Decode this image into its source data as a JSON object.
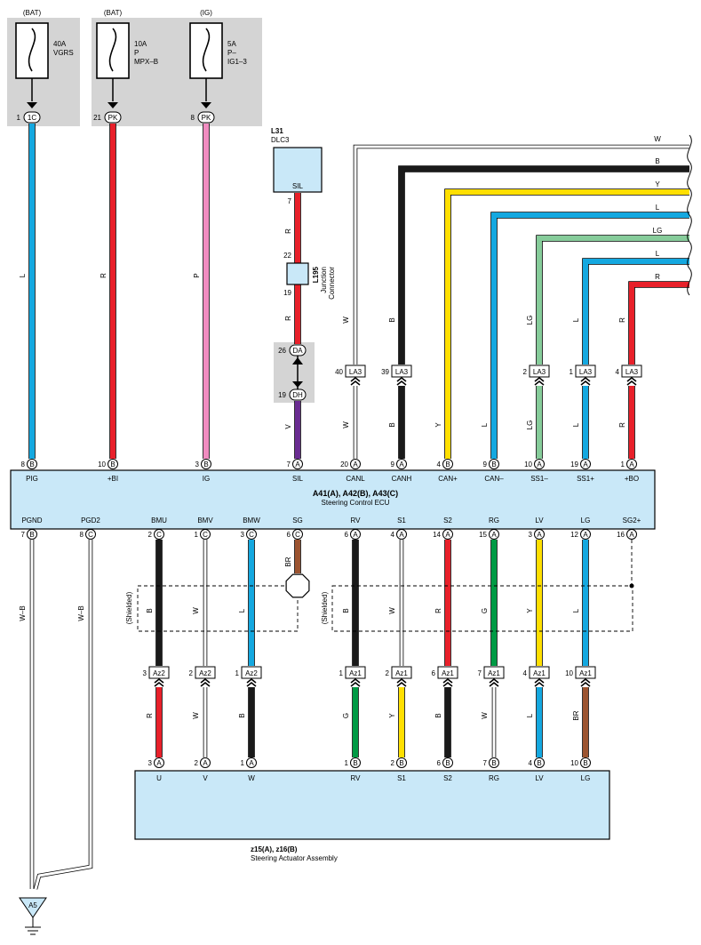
{
  "colors": {
    "L": "#14a8e0",
    "R": "#e8202a",
    "P": "#f08cc0",
    "V": "#6a2c91",
    "B": "#1a1a1a",
    "Y": "#ffdf00",
    "LG": "#86cc9a",
    "G": "#009a44",
    "BR": "#9c5430",
    "W": "#ffffff",
    "ecu": "#c9e8f8",
    "shade": "#d4d4d4"
  },
  "fuses": [
    {
      "supply": "(BAT)",
      "rating": "40A",
      "name": "VGRS",
      "name2": "",
      "pin": "1",
      "conn": "1C"
    },
    {
      "supply": "(BAT)",
      "rating": "10A",
      "name": "P",
      "name2": "MPX–B",
      "pin": "21",
      "conn": "PK"
    },
    {
      "supply": "(IG)",
      "rating": "5A",
      "name": "P–",
      "name2": "IG1–3",
      "pin": "8",
      "conn": "PK"
    }
  ],
  "fuse_wires": [
    {
      "code": "L",
      "color": "#14a8e0"
    },
    {
      "code": "R",
      "color": "#e8202a"
    },
    {
      "code": "P",
      "color": "#f08cc0"
    }
  ],
  "dlc": {
    "id": "L31",
    "name": "DLC3",
    "terminal": "SIL",
    "pin_top": "7",
    "wire_upper": "R",
    "junction_pin_top": "22",
    "junction_id": "L195",
    "junction_name1": "Junction",
    "junction_name2": "Connector",
    "junction_pin_bottom": "19",
    "wire_middle": "R",
    "da_pin": "26",
    "da_conn": "DA",
    "dh_pin": "19",
    "dh_conn": "DH",
    "wire_lower": "V"
  },
  "ecu": {
    "id": "A41(A), A42(B), A43(C)",
    "name": "Steering Control ECU",
    "top_pins": [
      {
        "pin": "8",
        "conn": "B",
        "label": "PIG"
      },
      {
        "pin": "10",
        "conn": "B",
        "label": "+BI"
      },
      {
        "pin": "3",
        "conn": "B",
        "label": "IG"
      },
      {
        "pin": "7",
        "conn": "A",
        "label": "SIL"
      },
      {
        "pin": "20",
        "conn": "A",
        "label": "CANL"
      },
      {
        "pin": "9",
        "conn": "A",
        "label": "CANH"
      },
      {
        "pin": "4",
        "conn": "B",
        "label": "CAN+"
      },
      {
        "pin": "9",
        "conn": "B",
        "label": "CAN–"
      },
      {
        "pin": "10",
        "conn": "A",
        "label": "SS1–"
      },
      {
        "pin": "19",
        "conn": "A",
        "label": "SS1+"
      },
      {
        "pin": "1",
        "conn": "A",
        "label": "+BO"
      }
    ],
    "bottom_pins": [
      {
        "pin": "7",
        "conn": "B",
        "label": "PGND"
      },
      {
        "pin": "8",
        "conn": "C",
        "label": "PGD2"
      },
      {
        "pin": "2",
        "conn": "C",
        "label": "BMU"
      },
      {
        "pin": "1",
        "conn": "C",
        "label": "BMV"
      },
      {
        "pin": "3",
        "conn": "C",
        "label": "BMW"
      },
      {
        "pin": "6",
        "conn": "C",
        "label": "SG"
      },
      {
        "pin": "6",
        "conn": "A",
        "label": "RV"
      },
      {
        "pin": "4",
        "conn": "A",
        "label": "S1"
      },
      {
        "pin": "14",
        "conn": "A",
        "label": "S2"
      },
      {
        "pin": "15",
        "conn": "A",
        "label": "RG"
      },
      {
        "pin": "3",
        "conn": "A",
        "label": "LV"
      },
      {
        "pin": "12",
        "conn": "A",
        "label": "LG"
      },
      {
        "pin": "16",
        "conn": "A",
        "label": "SG2+"
      }
    ]
  },
  "can_lines": [
    {
      "code": "W",
      "color": "#ffffff",
      "upper_code": "W",
      "lower_code": "W",
      "pin": "40",
      "conn": "LA3"
    },
    {
      "code": "B",
      "color": "#1a1a1a",
      "upper_code": "B",
      "lower_code": "B",
      "pin": "39",
      "conn": "LA3"
    },
    {
      "code": "Y",
      "color": "#ffdf00",
      "upper_code": "",
      "lower_code": "Y",
      "pin": "",
      "conn": ""
    },
    {
      "code": "L",
      "color": "#14a8e0",
      "upper_code": "",
      "lower_code": "L",
      "pin": "",
      "conn": ""
    },
    {
      "code": "LG",
      "color": "#86cc9a",
      "upper_code": "LG",
      "lower_code": "LG",
      "pin": "2",
      "conn": "LA3"
    },
    {
      "code": "L",
      "color": "#14a8e0",
      "upper_code": "L",
      "lower_code": "L",
      "pin": "1",
      "conn": "LA3"
    },
    {
      "code": "R",
      "color": "#e8202a",
      "upper_code": "R",
      "lower_code": "R",
      "pin": "4",
      "conn": "LA3"
    }
  ],
  "ground_wires": [
    {
      "code": "W–B"
    },
    {
      "code": "W–B"
    }
  ],
  "ground": {
    "id": "A5"
  },
  "shielded_label": "(Shielded)",
  "motor_wires": [
    {
      "ecu_code": "B",
      "ecu_color": "#1a1a1a",
      "pin": "3",
      "conn": "Az2",
      "act_code": "R",
      "act_color": "#e8202a"
    },
    {
      "ecu_code": "W",
      "ecu_color": "#ffffff",
      "pin": "2",
      "conn": "Az2",
      "act_code": "W",
      "act_color": "#ffffff"
    },
    {
      "ecu_code": "L",
      "ecu_color": "#14a8e0",
      "pin": "1",
      "conn": "Az2",
      "act_code": "B",
      "act_color": "#1a1a1a"
    }
  ],
  "sg_wire": {
    "code": "BR",
    "color": "#9c5430"
  },
  "sensor_wires": [
    {
      "ecu_code": "B",
      "ecu_color": "#1a1a1a",
      "pin": "1",
      "conn": "Az1",
      "act_code": "G",
      "act_color": "#009a44"
    },
    {
      "ecu_code": "W",
      "ecu_color": "#ffffff",
      "pin": "2",
      "conn": "Az1",
      "act_code": "Y",
      "act_color": "#ffdf00"
    },
    {
      "ecu_code": "R",
      "ecu_color": "#e8202a",
      "pin": "6",
      "conn": "Az1",
      "act_code": "B",
      "act_color": "#1a1a1a"
    },
    {
      "ecu_code": "G",
      "ecu_color": "#009a44",
      "pin": "7",
      "conn": "Az1",
      "act_code": "W",
      "act_color": "#ffffff"
    },
    {
      "ecu_code": "Y",
      "ecu_color": "#ffdf00",
      "pin": "4",
      "conn": "Az1",
      "act_code": "L",
      "act_color": "#14a8e0"
    },
    {
      "ecu_code": "L",
      "ecu_color": "#14a8e0",
      "pin": "10",
      "conn": "Az1",
      "act_code": "BR",
      "act_color": "#9c5430"
    }
  ],
  "actuator": {
    "id": "z15(A), z16(B)",
    "name": "Steering Actuator Assembly",
    "pins": [
      {
        "pin": "3",
        "conn": "A",
        "label": "U"
      },
      {
        "pin": "2",
        "conn": "A",
        "label": "V"
      },
      {
        "pin": "1",
        "conn": "A",
        "label": "W"
      },
      {
        "pin": "1",
        "conn": "B",
        "label": "RV"
      },
      {
        "pin": "2",
        "conn": "B",
        "label": "S1"
      },
      {
        "pin": "6",
        "conn": "B",
        "label": "S2"
      },
      {
        "pin": "7",
        "conn": "B",
        "label": "RG"
      },
      {
        "pin": "4",
        "conn": "B",
        "label": "LV"
      },
      {
        "pin": "10",
        "conn": "B",
        "label": "LG"
      }
    ]
  }
}
